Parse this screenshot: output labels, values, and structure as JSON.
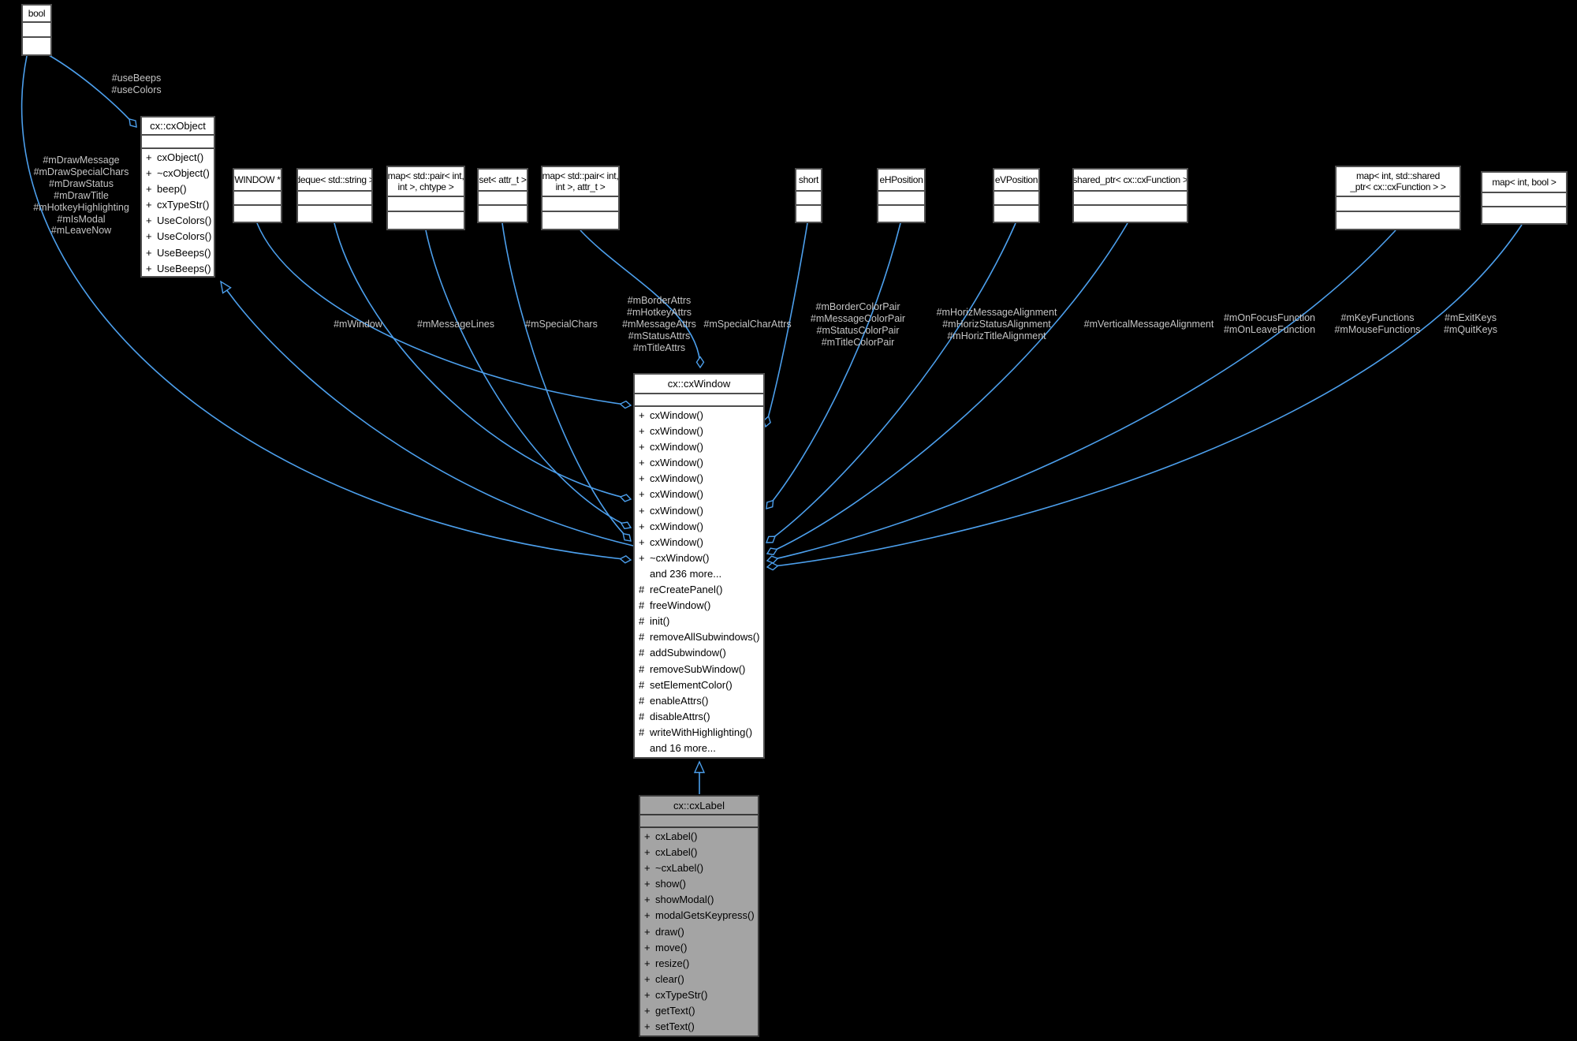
{
  "diagram": {
    "title": "cx::cxLabel collaboration diagram",
    "colors": {
      "background": "#000000",
      "edge": "#4C9FEC",
      "edge_label_text": "#C4C4C4",
      "box_fill": "#FFFFFF",
      "box_border": "#4E4E4E",
      "box_text": "#000000",
      "highlight_fill": "#A4A4A4",
      "highlight_border": "#3A3A3A"
    }
  },
  "classes": [
    {
      "id": "bool",
      "title": [
        "bool"
      ],
      "members": [],
      "highlighted": false
    },
    {
      "id": "cxobject",
      "title": [
        "cx::cxObject"
      ],
      "highlighted": false,
      "members": [
        {
          "p": "+",
          "n": "cxObject()"
        },
        {
          "p": "+",
          "n": "~cxObject()"
        },
        {
          "p": "+",
          "n": "beep()"
        },
        {
          "p": "+",
          "n": "cxTypeStr()"
        },
        {
          "p": "+",
          "n": "UseColors()"
        },
        {
          "p": "+",
          "n": "UseColors()"
        },
        {
          "p": "+",
          "n": "UseBeeps()"
        },
        {
          "p": "+",
          "n": "UseBeeps()"
        }
      ]
    },
    {
      "id": "winptr",
      "title": [
        "WINDOW *"
      ],
      "members": [],
      "highlighted": false
    },
    {
      "id": "deque",
      "title": [
        "deque< std::string >"
      ],
      "members": [],
      "highlighted": false
    },
    {
      "id": "mapchtype",
      "title": [
        "map< std::pair< int,",
        "int >, chtype >"
      ],
      "members": [],
      "highlighted": false
    },
    {
      "id": "setattr",
      "title": [
        "set< attr_t >"
      ],
      "members": [],
      "highlighted": false
    },
    {
      "id": "mapattr",
      "title": [
        "map< std::pair< int,",
        "int >, attr_t >"
      ],
      "members": [],
      "highlighted": false
    },
    {
      "id": "short",
      "title": [
        "short"
      ],
      "members": [],
      "highlighted": false
    },
    {
      "id": "ehpos",
      "title": [
        "eHPosition"
      ],
      "members": [],
      "highlighted": false
    },
    {
      "id": "evpos",
      "title": [
        "eVPosition"
      ],
      "members": [],
      "highlighted": false
    },
    {
      "id": "sharedptr",
      "title": [
        "shared_ptr< cx::cxFunction >"
      ],
      "members": [],
      "highlighted": false
    },
    {
      "id": "mapshared",
      "title": [
        "map< int, std::shared",
        "_ptr< cx::cxFunction > >"
      ],
      "members": [],
      "highlighted": false
    },
    {
      "id": "mapbool",
      "title": [
        "map< int, bool >"
      ],
      "members": [],
      "highlighted": false
    },
    {
      "id": "cxwindow",
      "title": [
        "cx::cxWindow"
      ],
      "highlighted": false,
      "members": [
        {
          "p": "+",
          "n": "cxWindow()"
        },
        {
          "p": "+",
          "n": "cxWindow()"
        },
        {
          "p": "+",
          "n": "cxWindow()"
        },
        {
          "p": "+",
          "n": "cxWindow()"
        },
        {
          "p": "+",
          "n": "cxWindow()"
        },
        {
          "p": "+",
          "n": "cxWindow()"
        },
        {
          "p": "+",
          "n": "cxWindow()"
        },
        {
          "p": "+",
          "n": "cxWindow()"
        },
        {
          "p": "+",
          "n": "cxWindow()"
        },
        {
          "p": "+",
          "n": "~cxWindow()"
        },
        {
          "p": "",
          "n": "and 236 more..."
        },
        {
          "p": "#",
          "n": "reCreatePanel()"
        },
        {
          "p": "#",
          "n": "freeWindow()"
        },
        {
          "p": "#",
          "n": "init()"
        },
        {
          "p": "#",
          "n": "removeAllSubwindows()"
        },
        {
          "p": "#",
          "n": "addSubwindow()"
        },
        {
          "p": "#",
          "n": "removeSubWindow()"
        },
        {
          "p": "#",
          "n": "setElementColor()"
        },
        {
          "p": "#",
          "n": "enableAttrs()"
        },
        {
          "p": "#",
          "n": "disableAttrs()"
        },
        {
          "p": "#",
          "n": "writeWithHighlighting()"
        },
        {
          "p": "",
          "n": "and 16 more..."
        }
      ]
    },
    {
      "id": "cxlabel",
      "title": [
        "cx::cxLabel"
      ],
      "highlighted": true,
      "members": [
        {
          "p": "+",
          "n": "cxLabel()"
        },
        {
          "p": "+",
          "n": "cxLabel()"
        },
        {
          "p": "+",
          "n": "~cxLabel()"
        },
        {
          "p": "+",
          "n": "show()"
        },
        {
          "p": "+",
          "n": "showModal()"
        },
        {
          "p": "+",
          "n": "modalGetsKeypress()"
        },
        {
          "p": "+",
          "n": "draw()"
        },
        {
          "p": "+",
          "n": "move()"
        },
        {
          "p": "+",
          "n": "resize()"
        },
        {
          "p": "+",
          "n": "clear()"
        },
        {
          "p": "+",
          "n": "cxTypeStr()"
        },
        {
          "p": "+",
          "n": "getText()"
        },
        {
          "p": "+",
          "n": "setText()"
        }
      ]
    }
  ],
  "edge_labels": [
    {
      "id": "use_flags",
      "lines": [
        "#useBeeps",
        "#useColors"
      ]
    },
    {
      "id": "draw_flags",
      "lines": [
        "#mDrawMessage",
        "#mDrawSpecialChars",
        "#mDrawStatus",
        "#mDrawTitle",
        "#mHotkeyHighlighting",
        "#mIsModal",
        "#mLeaveNow"
      ]
    },
    {
      "id": "m_window",
      "lines": [
        "#mWindow"
      ]
    },
    {
      "id": "m_message_lines",
      "lines": [
        "#mMessageLines"
      ]
    },
    {
      "id": "m_special_chars",
      "lines": [
        "#mSpecialChars"
      ]
    },
    {
      "id": "attr_sets",
      "lines": [
        "#mBorderAttrs",
        "#mHotkeyAttrs",
        "#mMessageAttrs",
        "#mStatusAttrs",
        "#mTitleAttrs"
      ]
    },
    {
      "id": "m_special_char_attrs",
      "lines": [
        "#mSpecialCharAttrs"
      ]
    },
    {
      "id": "color_pairs",
      "lines": [
        "#mBorderColorPair",
        "#mMessageColorPair",
        "#mStatusColorPair",
        "#mTitleColorPair"
      ]
    },
    {
      "id": "horiz_align",
      "lines": [
        "#mHorizMessageAlignment",
        "#mHorizStatusAlignment",
        "#mHorizTitleAlignment"
      ]
    },
    {
      "id": "vert_align",
      "lines": [
        "#mVerticalMessageAlignment"
      ]
    },
    {
      "id": "focus_fns",
      "lines": [
        "#mOnFocusFunction",
        "#mOnLeaveFunction"
      ]
    },
    {
      "id": "key_fns",
      "lines": [
        "#mKeyFunctions",
        "#mMouseFunctions"
      ]
    },
    {
      "id": "exit_keys",
      "lines": [
        "#mExitKeys",
        "#mQuitKeys"
      ]
    }
  ],
  "edges": [
    {
      "name": "bool-to-cxobject",
      "from": "bool",
      "to": "cxobject",
      "relation": "aggregation",
      "label": "use_flags"
    },
    {
      "name": "bool-to-cxwindow",
      "from": "bool",
      "to": "cxwindow",
      "relation": "aggregation",
      "label": "draw_flags"
    },
    {
      "name": "cxwindow-to-cxobject-inheritance",
      "from": "cxwindow",
      "to": "cxobject",
      "relation": "inheritance",
      "label": ""
    },
    {
      "name": "winptr-to-cxwindow",
      "from": "winptr",
      "to": "cxwindow",
      "relation": "aggregation",
      "label": "m_window"
    },
    {
      "name": "deque-to-cxwindow",
      "from": "deque",
      "to": "cxwindow",
      "relation": "aggregation",
      "label": "m_message_lines"
    },
    {
      "name": "mapchtype-to-cxwindow",
      "from": "mapchtype",
      "to": "cxwindow",
      "relation": "aggregation",
      "label": "m_special_chars"
    },
    {
      "name": "setattr-to-cxwindow",
      "from": "setattr",
      "to": "cxwindow",
      "relation": "aggregation",
      "label": "attr_sets"
    },
    {
      "name": "mapattr-to-cxwindow",
      "from": "mapattr",
      "to": "cxwindow",
      "relation": "aggregation",
      "label": "m_special_char_attrs"
    },
    {
      "name": "short-to-cxwindow",
      "from": "short",
      "to": "cxwindow",
      "relation": "aggregation",
      "label": "color_pairs"
    },
    {
      "name": "ehposition-to-cxwindow",
      "from": "ehpos",
      "to": "cxwindow",
      "relation": "aggregation",
      "label": "horiz_align"
    },
    {
      "name": "evposition-to-cxwindow",
      "from": "evpos",
      "to": "cxwindow",
      "relation": "aggregation",
      "label": "vert_align"
    },
    {
      "name": "sharedptr-to-cxwindow",
      "from": "sharedptr",
      "to": "cxwindow",
      "relation": "aggregation",
      "label": "focus_fns"
    },
    {
      "name": "mapshared-to-cxwindow",
      "from": "mapshared",
      "to": "cxwindow",
      "relation": "aggregation",
      "label": "key_fns"
    },
    {
      "name": "mapbool-to-cxwindow",
      "from": "mapbool",
      "to": "cxwindow",
      "relation": "aggregation",
      "label": "exit_keys"
    },
    {
      "name": "cxlabel-to-cxwindow-inheritance",
      "from": "cxlabel",
      "to": "cxwindow",
      "relation": "inheritance",
      "label": ""
    }
  ]
}
